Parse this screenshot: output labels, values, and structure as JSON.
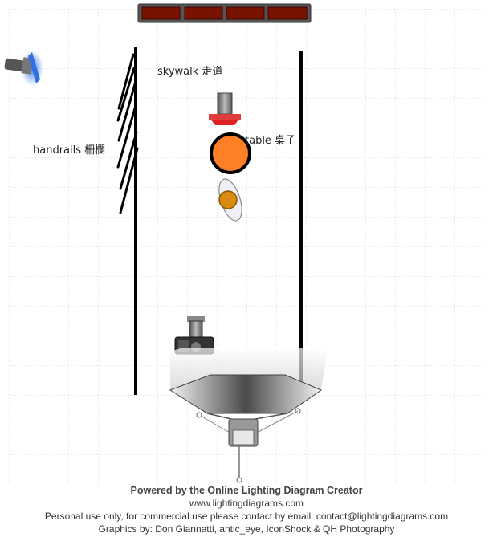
{
  "labels": {
    "skywalk": "skywalk 走道",
    "table": "table 桌子",
    "handrails": "handrails 柵欄"
  },
  "footer": {
    "powered": "Powered by the Online Lighting Diagram Creator",
    "site": "www.lightingdiagrams.com",
    "license": "Personal use only, for commercial use please contact by email: contact@lightingdiagrams.com",
    "credits": "Graphics by: Don Giannatti, antic_eye, IconShock & QH Photography"
  },
  "colors": {
    "table": "#ff7f27",
    "subject": "#d98a10",
    "gel_blue": "#2f6fe0",
    "gel_red": "#dd2222",
    "panel": "#7a1200"
  }
}
